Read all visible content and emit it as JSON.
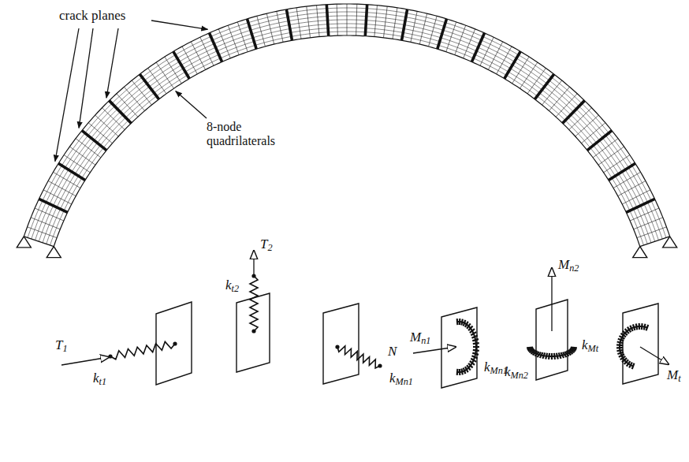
{
  "diagram": {
    "labels": [
      "crack planes",
      "8-node quadrilaterals",
      "T1",
      "kt1",
      "T2",
      "kt2",
      "N",
      "kMn1",
      "Mn1",
      "kMn1",
      "Mn2",
      "kMn2",
      "kMt",
      "Mt"
    ]
  }
}
